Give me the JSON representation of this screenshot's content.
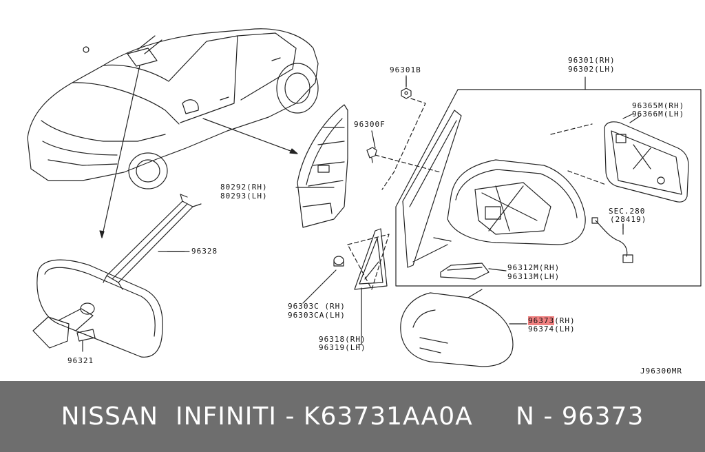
{
  "labels": {
    "p96301b": "96301B",
    "p96301_rh": "96301(RH)",
    "p96302_lh": "96302(LH)",
    "p96300f": "96300F",
    "p96365m_rh": "96365M(RH)",
    "p96366m_lh": "96366M(LH)",
    "p80292_rh": "80292(RH)",
    "p80293_lh": "80293(LH)",
    "sec280": "SEC.280",
    "sec28419": "(28419)",
    "p96328": "96328",
    "p96312m_rh": "96312M(RH)",
    "p96313m_lh": "96313M(LH)",
    "p96303c_rh": "96303C (RH)",
    "p96303ca_lh": "96303CA(LH)",
    "p96373": "96373",
    "p96373_suffix": "(RH)",
    "p96374_lh": "96374(LH)",
    "p96318_rh": "96318(RH)",
    "p96319_lh": "96319(LH)",
    "p96321": "96321",
    "diagram_id": "J96300MR"
  },
  "highlight_color": "#f08080",
  "footer": {
    "text": "NISSAN  INFINITI - K63731AA0A     N - 96373",
    "background": "#6e6e6e"
  }
}
